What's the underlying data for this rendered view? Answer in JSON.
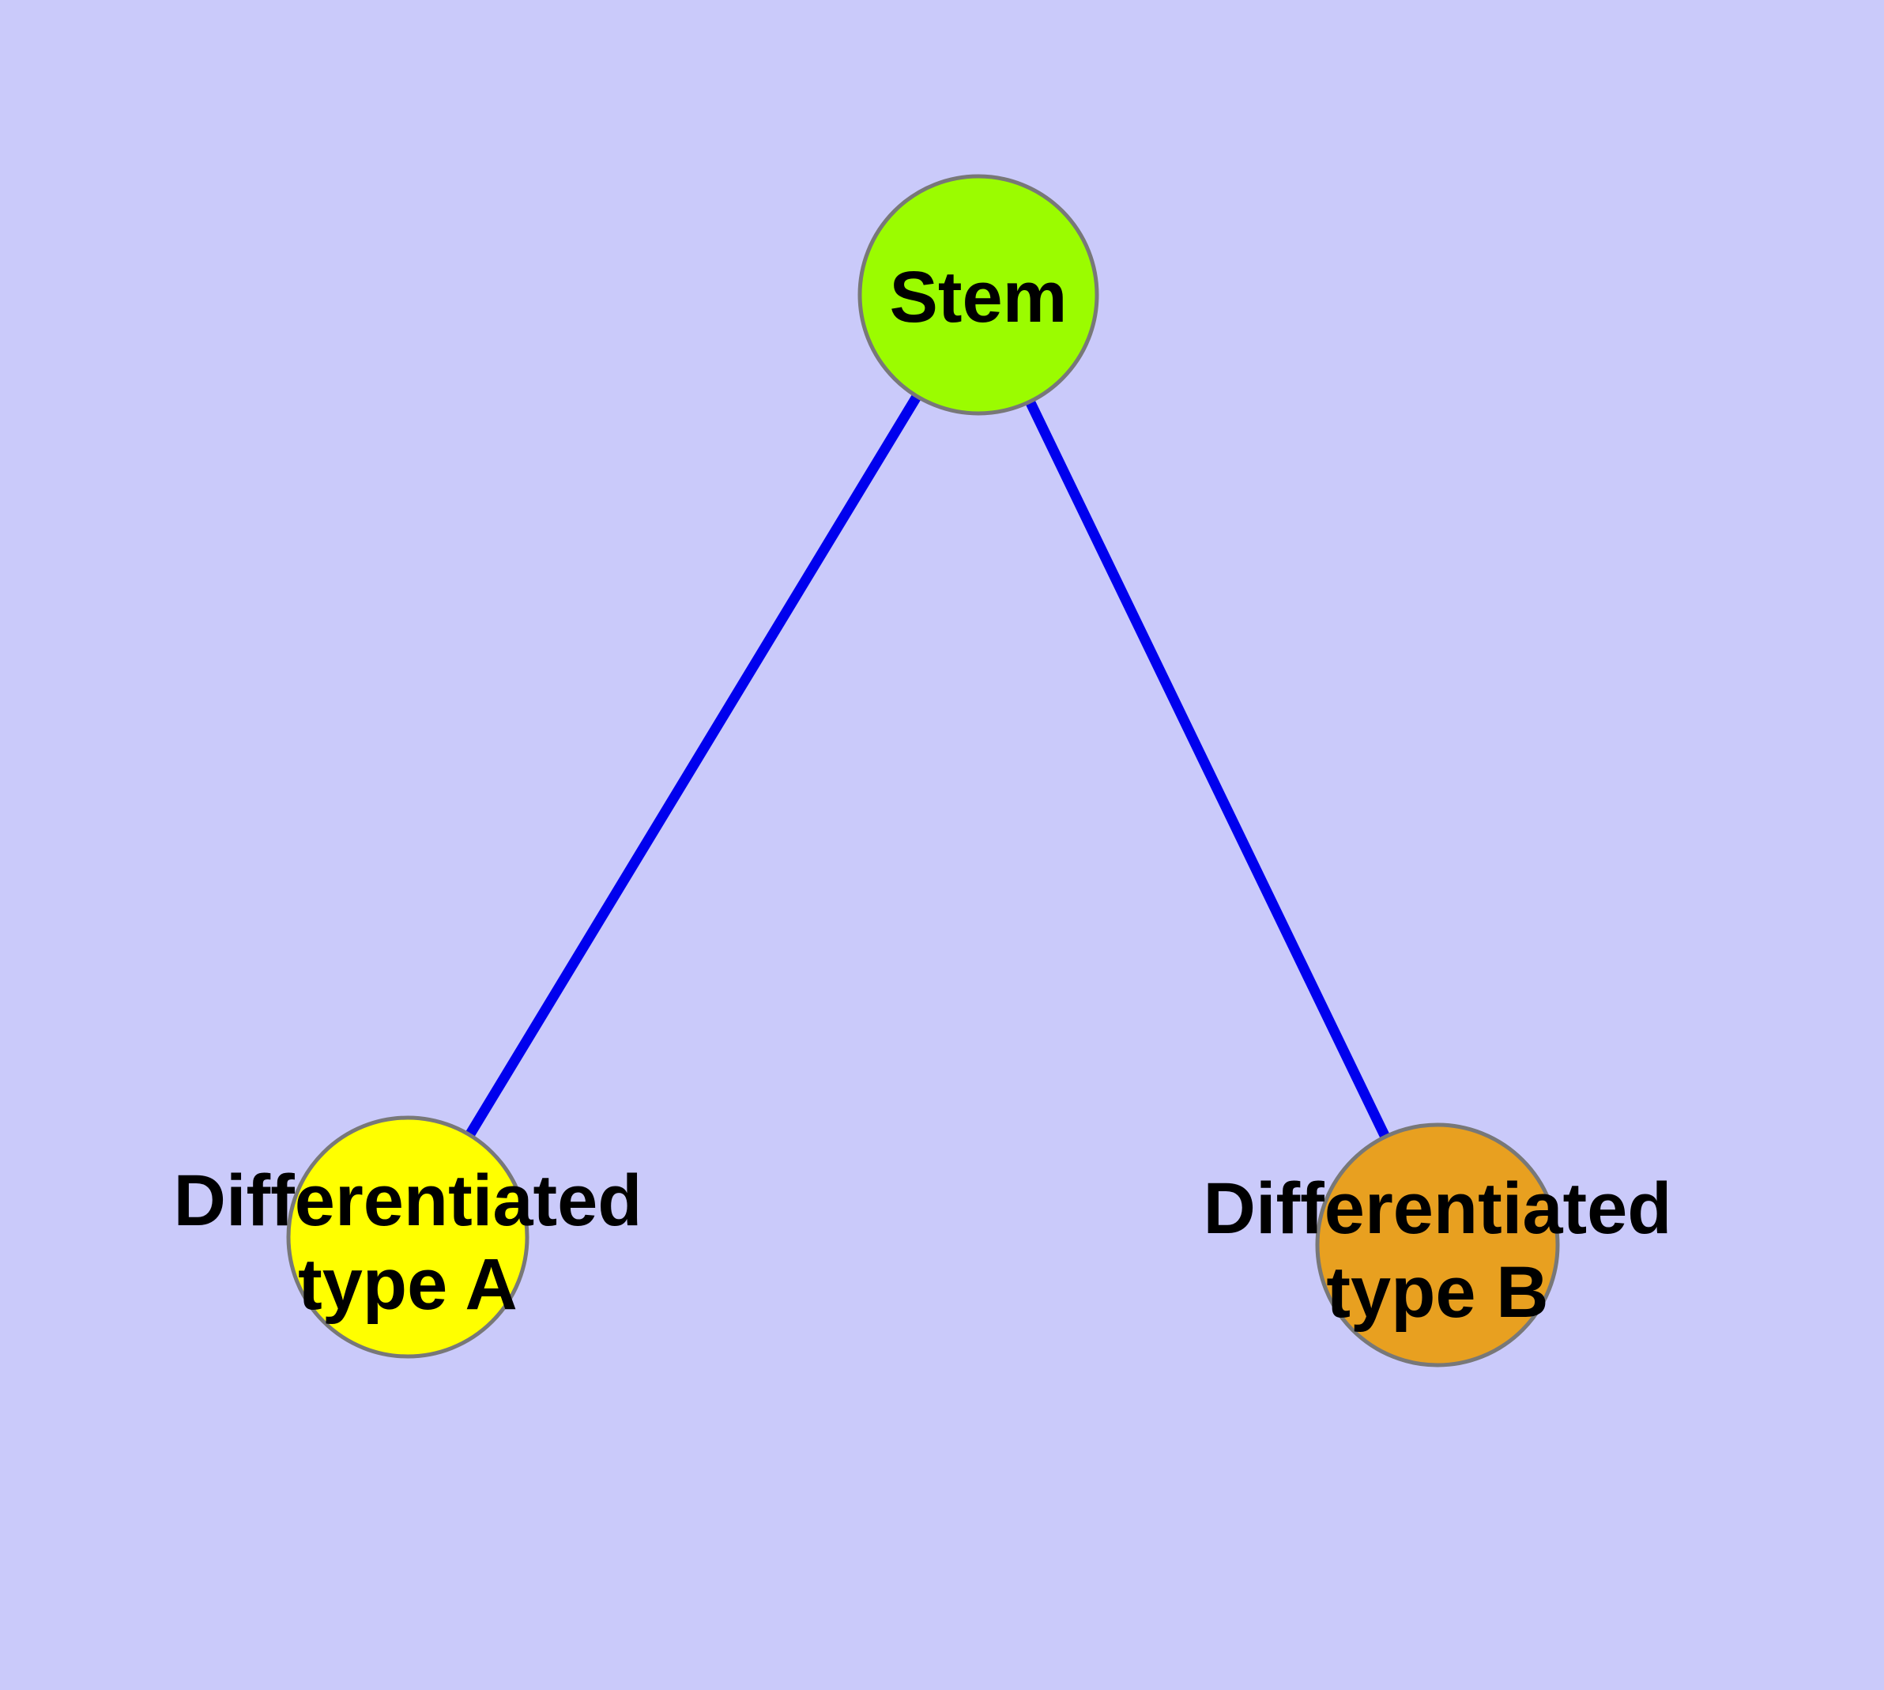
{
  "diagram": {
    "type": "node-link-graph",
    "background_color": "#CACAFA",
    "edge_color": "#0000EE",
    "node_border_color": "#787878",
    "label_color": "#000000",
    "nodes": [
      {
        "id": "stem",
        "label": "Stem",
        "fill": "#9BFC00"
      },
      {
        "id": "differentiated-type-a",
        "label": "Differentiated type A",
        "label_line1": "Differentiated",
        "label_line2": "type A",
        "fill": "#FFFF00"
      },
      {
        "id": "differentiated-type-b",
        "label": "Differentiated type B",
        "label_line1": "Differentiated",
        "label_line2": "type B",
        "fill": "#E8A020"
      }
    ],
    "edges": [
      {
        "from": "Stem",
        "to": "Differentiated type A"
      },
      {
        "from": "Stem",
        "to": "Differentiated type B"
      }
    ]
  }
}
